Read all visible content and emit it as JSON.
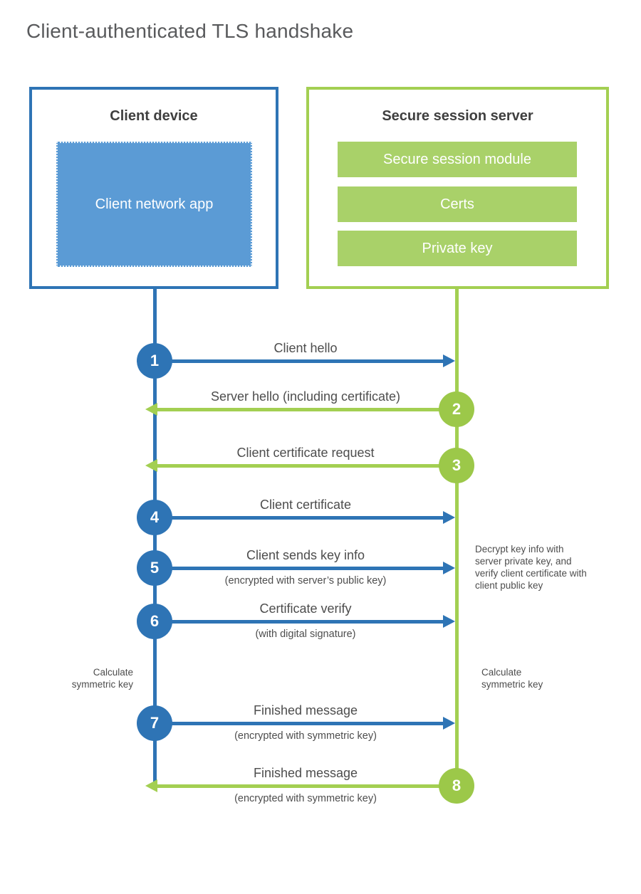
{
  "title": "Client-authenticated TLS handshake",
  "client": {
    "title": "Client device",
    "app_label": "Client network app"
  },
  "server": {
    "title": "Secure session server",
    "modules": [
      "Secure session module",
      "Certs",
      "Private key"
    ]
  },
  "steps": [
    {
      "num": "1",
      "direction": "client-to-server",
      "label": "Client hello",
      "sublabel": ""
    },
    {
      "num": "2",
      "direction": "server-to-client",
      "label": "Server hello (including certificate)",
      "sublabel": ""
    },
    {
      "num": "3",
      "direction": "server-to-client",
      "label": "Client certificate request",
      "sublabel": ""
    },
    {
      "num": "4",
      "direction": "client-to-server",
      "label": "Client certificate",
      "sublabel": ""
    },
    {
      "num": "5",
      "direction": "client-to-server",
      "label": "Client sends key info",
      "sublabel": "(encrypted with server’s public key)"
    },
    {
      "num": "6",
      "direction": "client-to-server",
      "label": "Certificate verify",
      "sublabel": "(with digital signature)"
    },
    {
      "num": "7",
      "direction": "client-to-server",
      "label": "Finished message",
      "sublabel": "(encrypted with symmetric key)"
    },
    {
      "num": "8",
      "direction": "server-to-client",
      "label": "Finished message",
      "sublabel": "(encrypted with symmetric key)"
    }
  ],
  "annotations": {
    "server_note": "Decrypt key info with server private key, and verify client certificate with client public key",
    "client_calc": "Calculate symmetric key",
    "server_calc": "Calculate symmetric key"
  },
  "colors": {
    "blue": "#2e74b5",
    "blue_fill": "#5b9bd5",
    "green": "#a3cf52",
    "green_circle": "#9cc849",
    "green_bar": "#a9d169"
  }
}
